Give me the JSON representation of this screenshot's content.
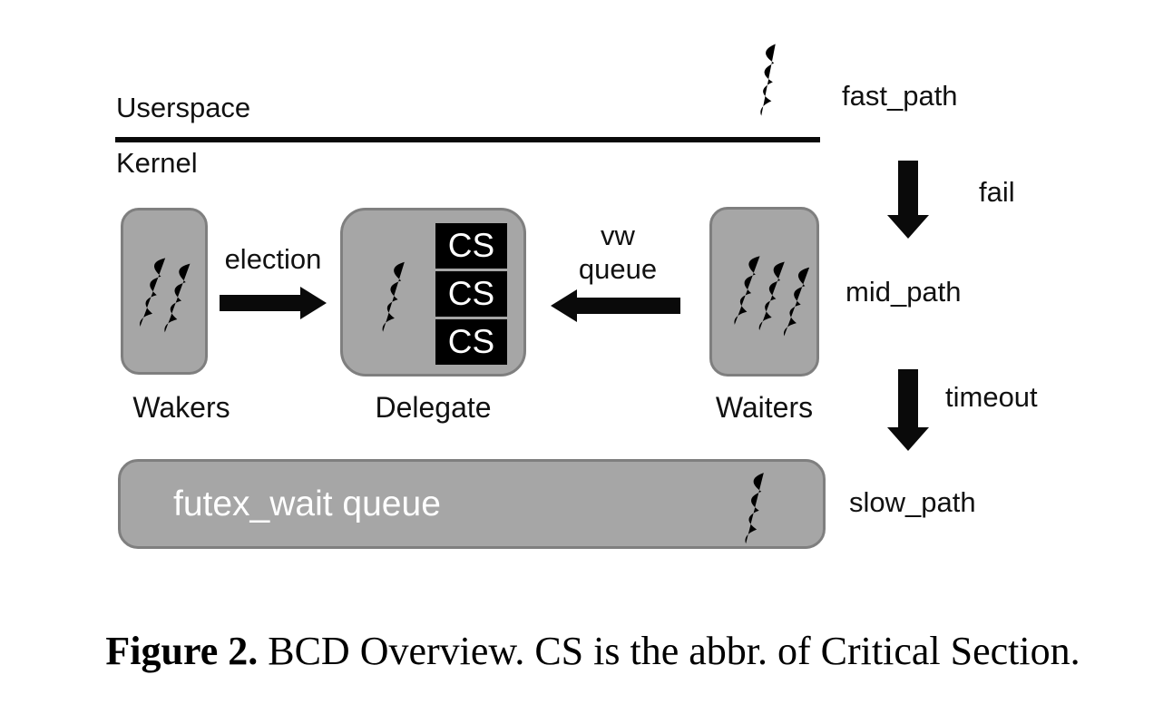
{
  "colors": {
    "thread_blue": "#2F5496",
    "box_fill": "#A6A6A6",
    "box_border": "#7F7F7F",
    "cs_bg": "#000000",
    "cs_text": "#FFFFFF"
  },
  "layers": {
    "userspace": "Userspace",
    "kernel": "Kernel"
  },
  "paths": {
    "fast": "fast_path",
    "mid": "mid_path",
    "slow": "slow_path"
  },
  "transitions": {
    "fail": "fail",
    "timeout": "timeout"
  },
  "arrows": {
    "election": "election",
    "vw_line1": "vw",
    "vw_line2": "queue"
  },
  "boxes": {
    "wakers": {
      "label": "Wakers"
    },
    "delegate": {
      "label": "Delegate",
      "cs_items": [
        "CS",
        "CS",
        "CS"
      ]
    },
    "waiters": {
      "label": "Waiters"
    },
    "futex": {
      "label": "futex_wait queue"
    }
  },
  "caption": {
    "tag": "Figure 2.",
    "text": "BCD Overview. CS is the abbr. of Critical Section."
  }
}
